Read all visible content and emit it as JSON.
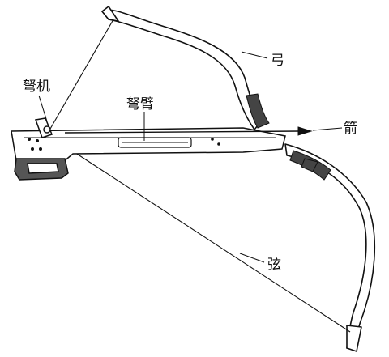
{
  "labels": {
    "bow": "弓",
    "trigger": "弩机",
    "stock": "弩臂",
    "arrow": "箭",
    "string": "弦"
  },
  "colors": {
    "ink": "#111111",
    "paper": "#ffffff",
    "grip": "#555555"
  }
}
